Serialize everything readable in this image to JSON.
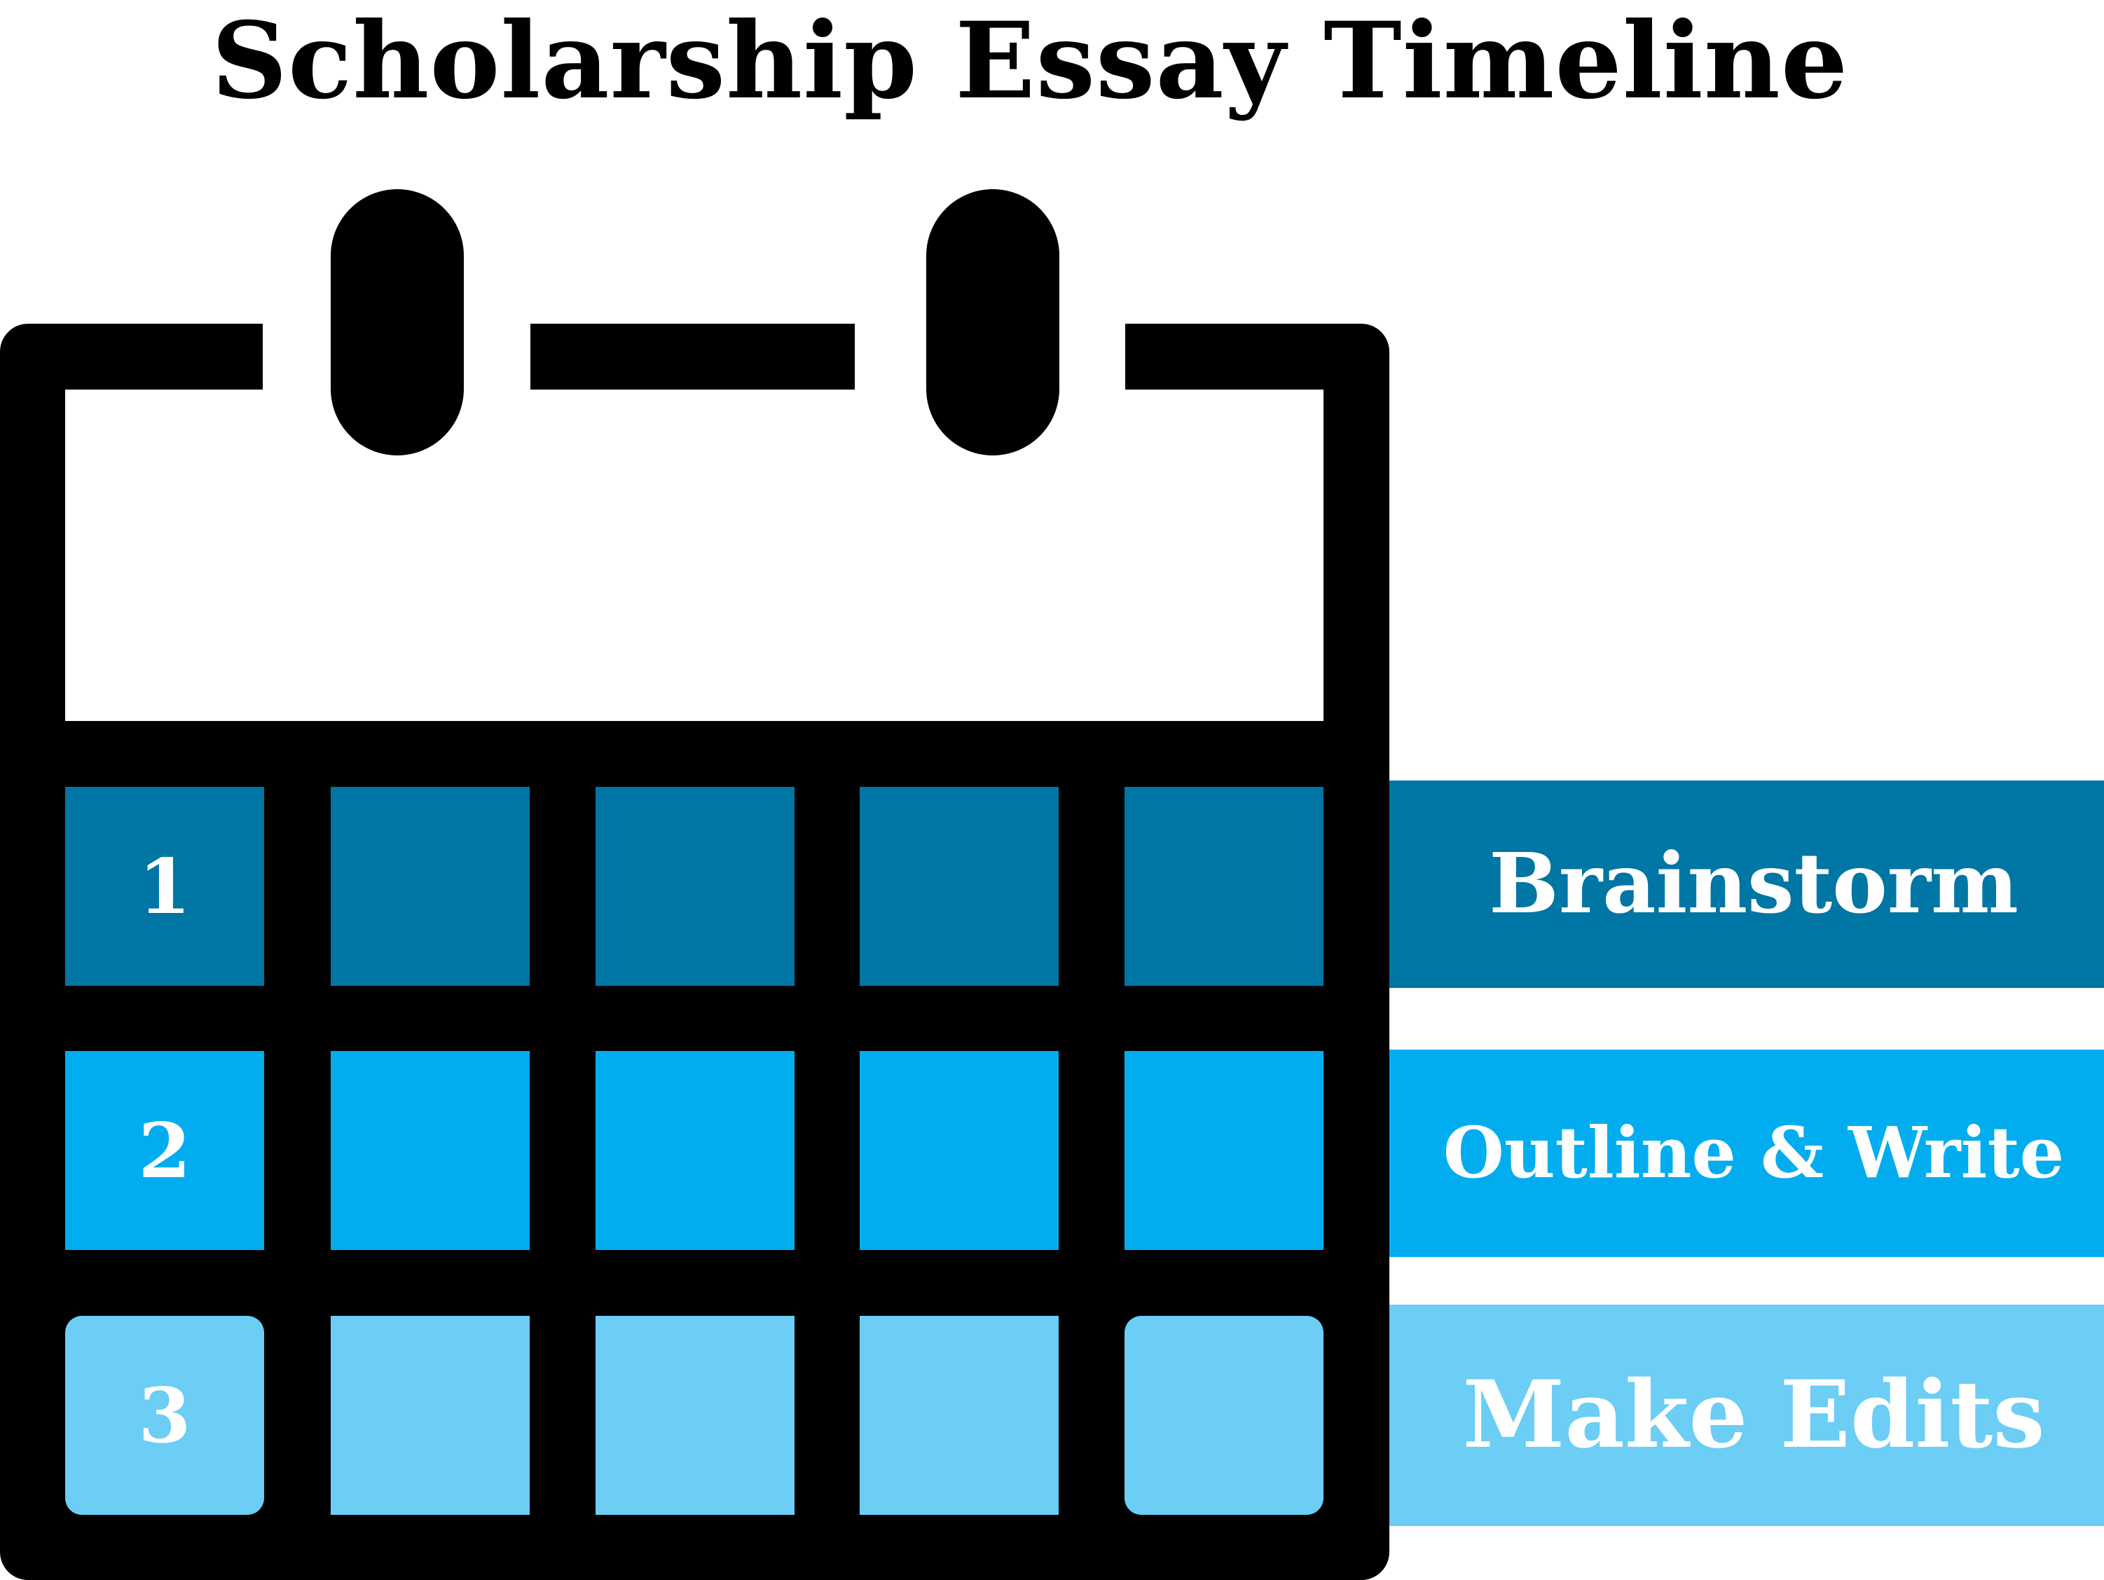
{
  "title": "Scholarship Essay Timeline",
  "steps": [
    {
      "number": "1",
      "label": "Brainstorm",
      "color": "#0076a4"
    },
    {
      "number": "2",
      "label": "Outline & Write",
      "color": "#02adef"
    },
    {
      "number": "3",
      "label": "Make Edits",
      "color": "#6ccdf5"
    }
  ],
  "calendar": {
    "outline_color": "#000000",
    "columns_per_row": 5
  }
}
